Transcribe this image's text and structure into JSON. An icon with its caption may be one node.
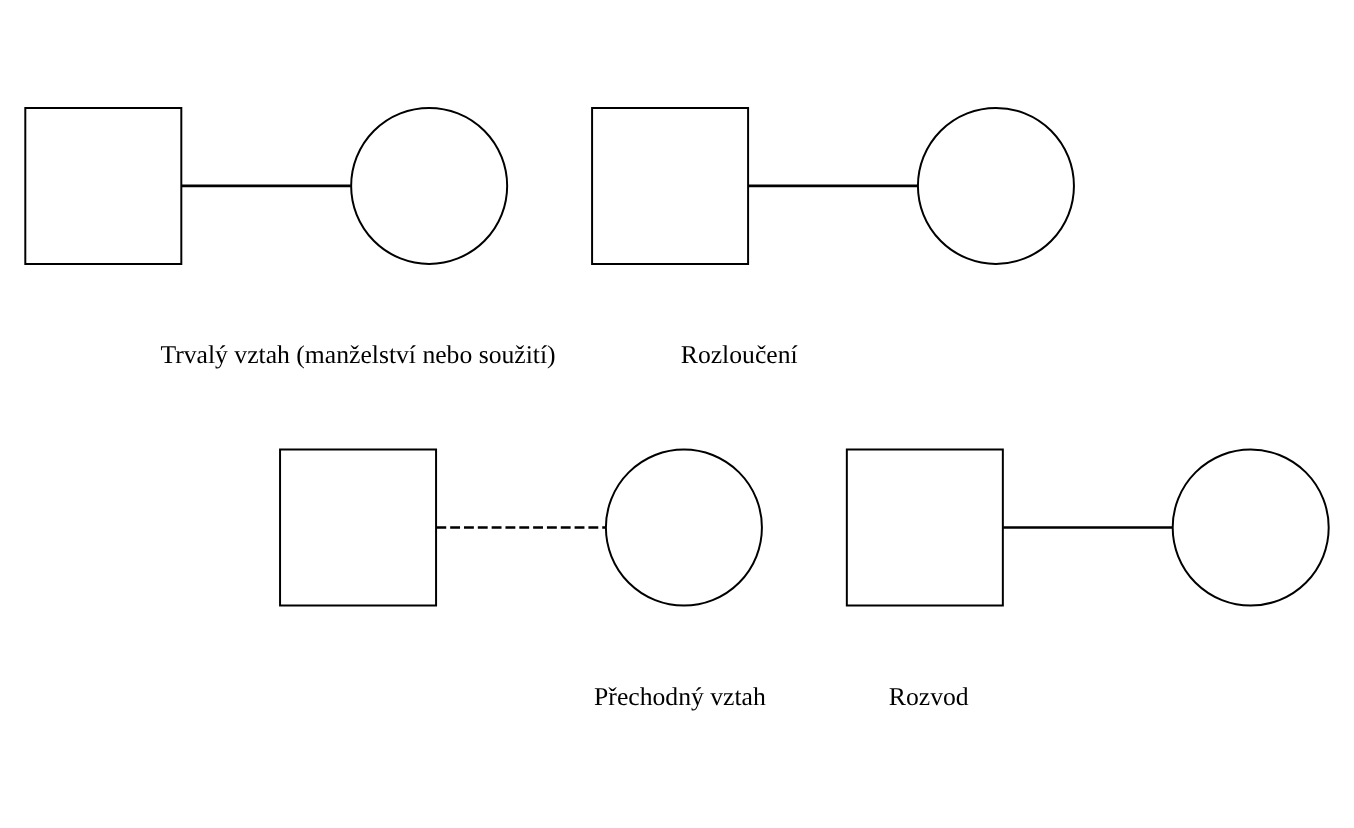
{
  "diagram": {
    "nodes": [
      {
        "text": [],
        "shape": "box"
      },
      {
        "text": [],
        "shape": "circle"
      },
      {
        "text": [],
        "shape": "box"
      },
      {
        "text": [],
        "shape": "circle"
      },
      {
        "text": [],
        "shape": "box"
      },
      {
        "text": [],
        "shape": "circle"
      },
      {
        "text": [],
        "shape": "box"
      },
      {
        "text": [],
        "shape": "circle"
      }
    ],
    "edges": [
      {
        "from": 0,
        "to": 1,
        "arrow": "none"
      },
      {
        "from": 2,
        "to": 3,
        "arrow": "none"
      },
      {
        "from": 4,
        "to": 5,
        "arrow": "none",
        "style": "dashed"
      },
      {
        "from": 6,
        "to": 7,
        "arrow": "none"
      }
    ],
    "labels": [
      "Trvalý vztah (manželství nebo soužití)",
      "Rozloučení",
      "Přechodný vztah",
      "Rozvod"
    ]
  }
}
